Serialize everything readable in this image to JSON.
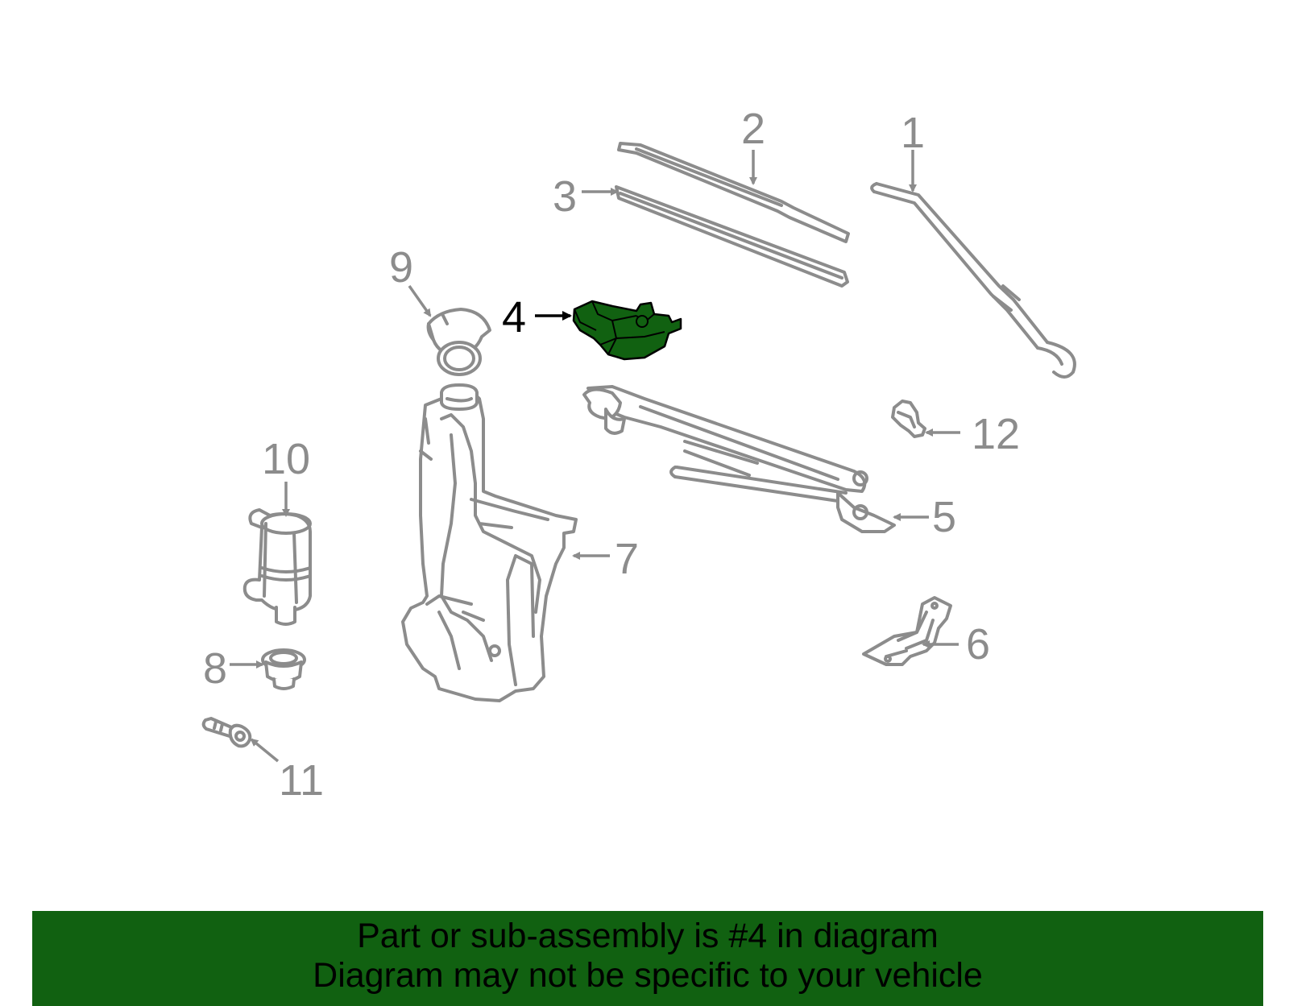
{
  "callouts": [
    "1",
    "2",
    "3",
    "4",
    "5",
    "6",
    "7",
    "8",
    "9",
    "10",
    "11",
    "12"
  ],
  "highlighted_part": "4",
  "colors": {
    "part_outline": "#8c8c8c",
    "label_gray": "#8c8c8c",
    "highlight_fill": "#116111",
    "highlight_label": "#000000",
    "banner_bg": "#116111",
    "banner_text": "#000000"
  },
  "footer": {
    "line1": "Part or sub-assembly is #4 in diagram",
    "line2": "Diagram may not be specific to your vehicle"
  }
}
